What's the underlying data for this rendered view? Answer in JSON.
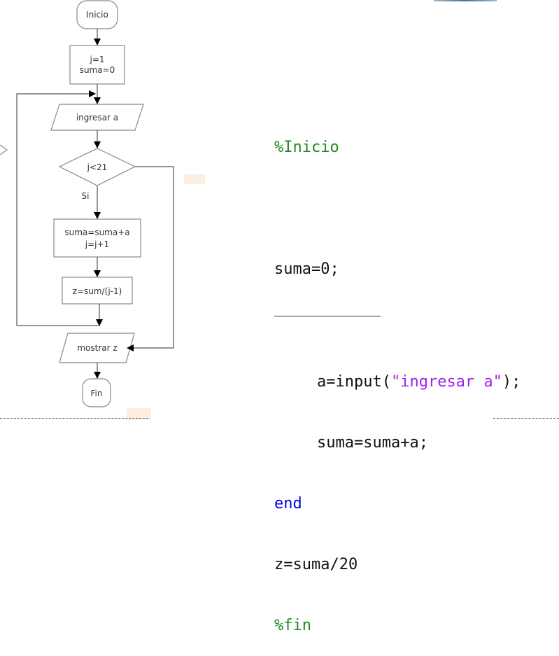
{
  "flowchart": {
    "nodes": [
      {
        "id": "start",
        "shape": "terminal",
        "text": "Inicio"
      },
      {
        "id": "init",
        "shape": "process",
        "lines": [
          "j=1",
          "suma=0"
        ]
      },
      {
        "id": "input",
        "shape": "io",
        "text": "ingresar a"
      },
      {
        "id": "cond",
        "shape": "decision",
        "text": "j<21"
      },
      {
        "id": "body",
        "shape": "process",
        "lines": [
          "suma=suma+a",
          "j=j+1"
        ]
      },
      {
        "id": "calc",
        "shape": "process",
        "text": "z=sum/(j-1)"
      },
      {
        "id": "output",
        "shape": "io",
        "text": "mostrar z"
      },
      {
        "id": "end",
        "shape": "terminal",
        "text": "Fin"
      }
    ],
    "branch_yes_label": "Si"
  },
  "code": {
    "lines": [
      {
        "type": "comment",
        "text": "%Inicio"
      },
      {
        "type": "blank"
      },
      {
        "type": "plain",
        "text": "suma=0;"
      },
      {
        "type": "separator"
      },
      {
        "type": "input",
        "prefix": "a=input(",
        "string": "\"ingresar a\"",
        "suffix": ");"
      },
      {
        "type": "indent",
        "text": "suma=suma+a;"
      },
      {
        "type": "keyword",
        "text": "end"
      },
      {
        "type": "plain",
        "text": "z=suma/20"
      },
      {
        "type": "comment",
        "text": "%fin"
      }
    ]
  }
}
